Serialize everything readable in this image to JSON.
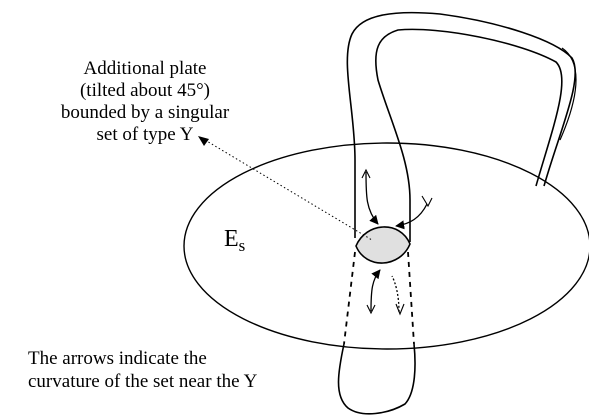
{
  "annotations": {
    "plate_label_lines": [
      "Additional plate",
      "(tilted about 45°)",
      "bounded by a singular",
      "set of type Y"
    ],
    "surface_label_main": "E",
    "surface_label_sub": "s",
    "arrows_label_lines": [
      "The arrows indicate the",
      "curvature of the set near the Y"
    ]
  },
  "colors": {
    "stroke": "#000000",
    "plate_fill": "#e0e0e0",
    "background": "#ffffff"
  }
}
